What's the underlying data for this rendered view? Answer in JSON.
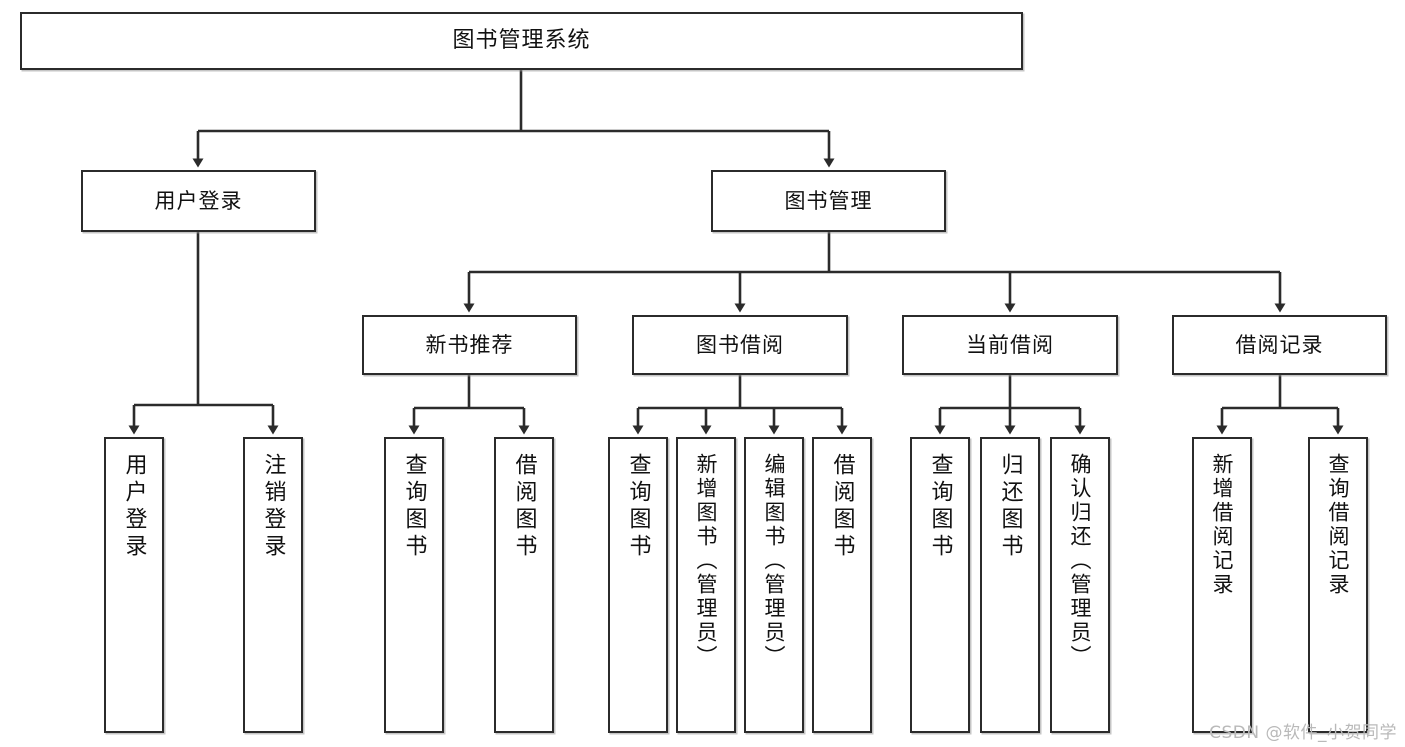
{
  "diagram": {
    "type": "tree-hierarchy",
    "title": "图书管理系统",
    "watermark": "CSDN @软件_小贺同学",
    "colors": {
      "background": "#ffffff",
      "box_border": "#2b2b2b",
      "box_fill": "#ffffff",
      "connector": "#2b2b2b",
      "text": "#111111",
      "watermark": "#b9b9b9"
    },
    "root": {
      "label": "图书管理系统"
    },
    "level2": [
      {
        "id": "user-login",
        "label": "用户登录"
      },
      {
        "id": "book-manage",
        "label": "图书管理"
      }
    ],
    "level3": [
      {
        "id": "new-book-recommend",
        "label": "新书推荐"
      },
      {
        "id": "book-borrow",
        "label": "图书借阅"
      },
      {
        "id": "current-borrow",
        "label": "当前借阅"
      },
      {
        "id": "borrow-record",
        "label": "借阅记录"
      }
    ],
    "leaves": {
      "user_login": [
        {
          "id": "leaf-user-login",
          "label": "用户登录"
        },
        {
          "id": "leaf-user-logout",
          "label": "注销登录"
        }
      ],
      "new_book_recommend": [
        {
          "id": "leaf-query-book-1",
          "label": "查询图书"
        },
        {
          "id": "leaf-borrow-book-1",
          "label": "借阅图书"
        }
      ],
      "book_borrow": [
        {
          "id": "leaf-query-book-2",
          "label": "查询图书"
        },
        {
          "id": "leaf-add-book",
          "label": "新增图书（管理员）"
        },
        {
          "id": "leaf-edit-book",
          "label": "编辑图书（管理员）"
        },
        {
          "id": "leaf-borrow-book-2",
          "label": "借阅图书"
        }
      ],
      "current_borrow": [
        {
          "id": "leaf-query-book-3",
          "label": "查询图书"
        },
        {
          "id": "leaf-return-book",
          "label": "归还图书"
        },
        {
          "id": "leaf-confirm-return",
          "label": "确认归还（管理员）"
        }
      ],
      "borrow_record": [
        {
          "id": "leaf-add-record",
          "label": "新增借阅记录"
        },
        {
          "id": "leaf-query-record",
          "label": "查询借阅记录"
        }
      ]
    }
  }
}
